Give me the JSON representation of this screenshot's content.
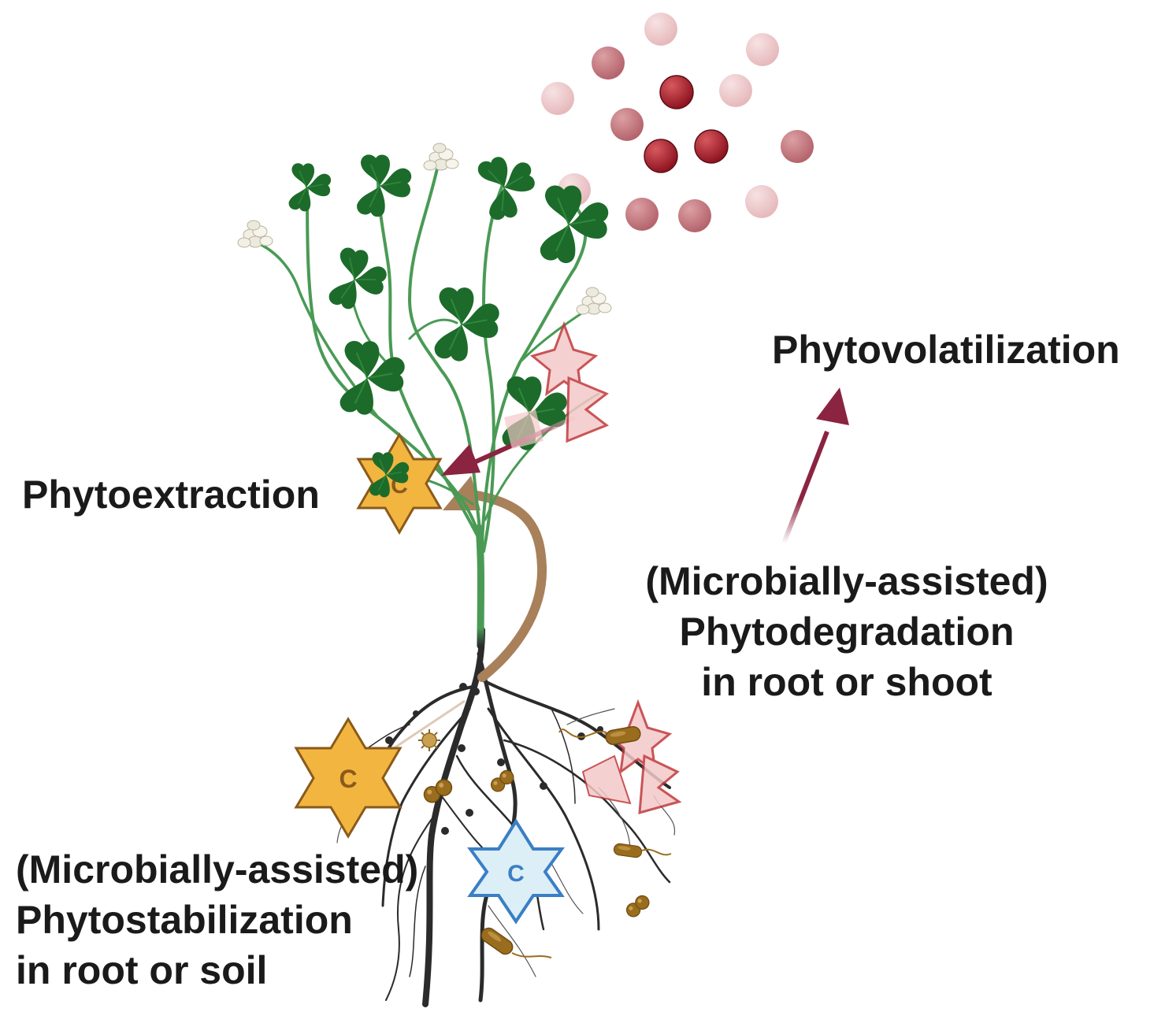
{
  "labels": {
    "phytovolatilization": "Phytovolatilization",
    "phytoextraction": "Phytoextraction",
    "phytodegradation": [
      "(Microbially-assisted)",
      "Phytodegradation",
      "in root or shoot"
    ],
    "phytostabilization": [
      "(Microbially-assisted)",
      "Phytostabilization",
      "in root or soil"
    ]
  },
  "contaminant_symbol": "C",
  "colors": {
    "leaf": "#1d6b2a",
    "stem": "#4a9a55",
    "root": "#2b2b2b",
    "arrow": "#8b2440",
    "uptake_arrow": "#a8805a",
    "star_orange": "#f2b540",
    "star_blue": "#dceef6",
    "star_red": "#f4c8c8",
    "microbe": "#9a6d1e",
    "volatile_dark": "#a11e2a",
    "volatile_light": "#e6b5b8"
  }
}
